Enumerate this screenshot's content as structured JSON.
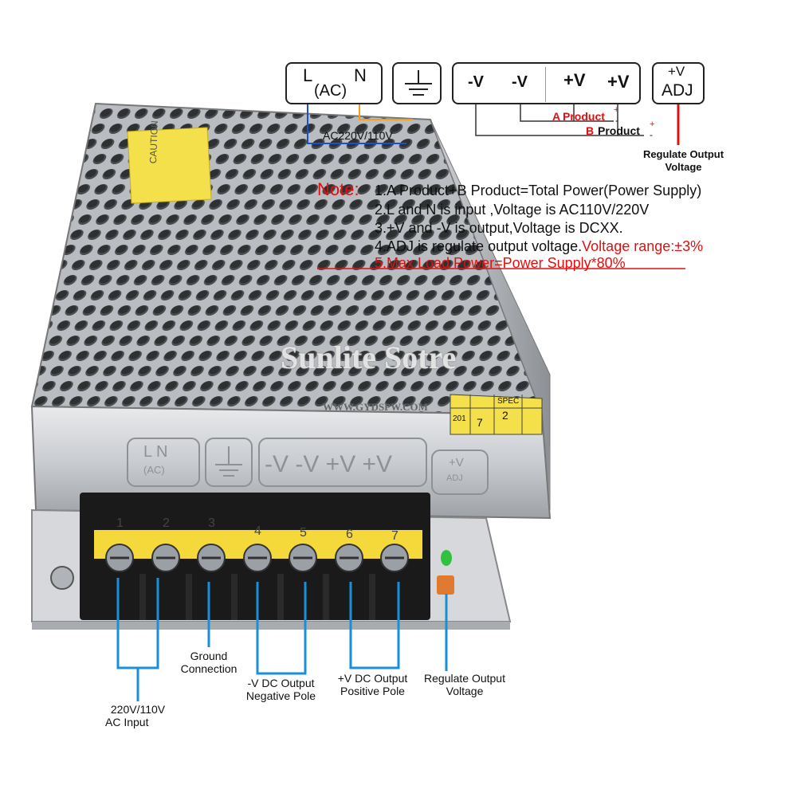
{
  "top_diagram": {
    "ac_box": {
      "l": "L",
      "n": "N",
      "ac": "(AC)"
    },
    "ground_box": {
      "icon": "ground-icon"
    },
    "output_box": {
      "t1": "-V",
      "t2": "-V",
      "t3": "+V",
      "t4": "+V"
    },
    "adj_box": {
      "plus_v": "+V",
      "adj": "ADJ"
    },
    "ac_voltage": "AC220V/110V",
    "product_a_letter": "A",
    "product_a_word": "Product",
    "product_b_letter": "B",
    "product_b_word": "Product",
    "plus_sign": "+",
    "minus_sign": "-",
    "regulate_label_line1": "Regulate Output",
    "regulate_label_line2": "Voltage"
  },
  "notes": {
    "heading": "Note:",
    "line1": "1.A Product+B Product=Total Power(Power Supply)",
    "line2": "2.L and N is input ,Voltage is AC110V/220V",
    "line3": "3.+V and -V is output,Voltage is DCXX.",
    "line4_black": "4.ADJ is regulate output voltage.",
    "line4_red": "Voltage range:±3%",
    "line5": "5.Max Load Power=Power  Supply*80%"
  },
  "watermark": {
    "store": "Sunlite Sotre",
    "url": "WWW.GYDSPW.COM"
  },
  "device": {
    "caution": "CAUTION",
    "panel_ln": "L N",
    "panel_ac": "(AC)",
    "panel_output": "-V -V +V +V",
    "panel_adj_plus": "+V",
    "panel_adj": "ADJ",
    "terminals": [
      "1",
      "2",
      "3",
      "4",
      "5",
      "6",
      "7"
    ],
    "spec_header": "SPEC",
    "spec_year": "201",
    "spec_num1": "7",
    "spec_num2": "2"
  },
  "bottom_labels": {
    "ac_input_line1": "220V/110V",
    "ac_input_line2": "AC Input",
    "ground_line1": "Ground",
    "ground_line2": "Connection",
    "neg_line1": "-V DC  Output",
    "neg_line2": "Negative Pole",
    "pos_line1": "+V DC  Output",
    "pos_line2": "Positive Pole",
    "reg_line1": "Regulate Output",
    "reg_line2": "Voltage"
  },
  "colors": {
    "accent_red": "#e01010",
    "wire_blue": "#1a4fd0",
    "wire_orange": "#f0a020",
    "callout_blue": "#1a8fd8",
    "terminal_yellow": "#f5d93a"
  }
}
